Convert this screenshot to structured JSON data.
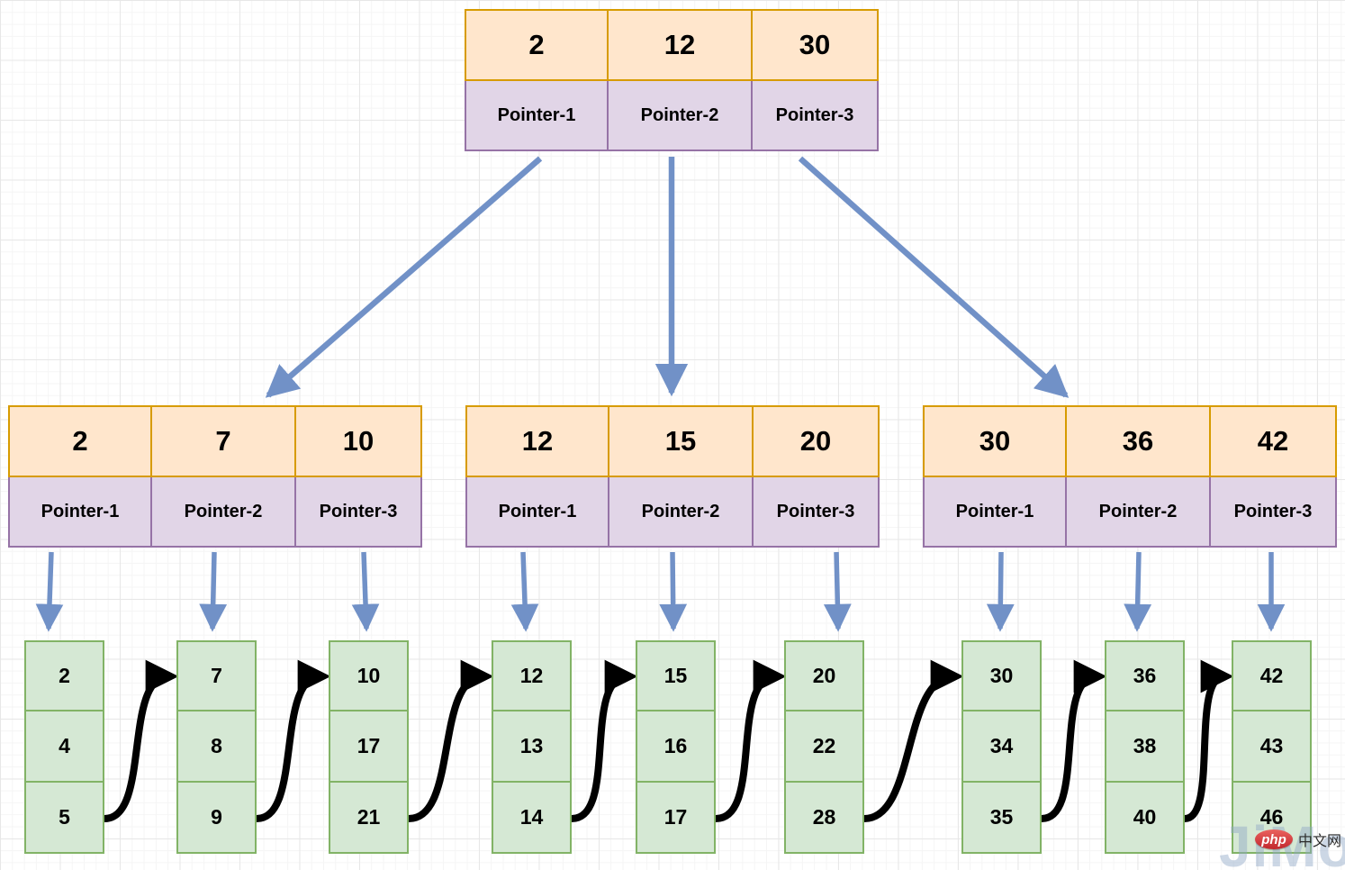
{
  "diagram_type": "b-plus-tree",
  "root": {
    "keys": [
      "2",
      "12",
      "30"
    ],
    "pointers": [
      "Pointer-1",
      "Pointer-2",
      "Pointer-3"
    ]
  },
  "internal": [
    {
      "keys": [
        "2",
        "7",
        "10"
      ],
      "pointers": [
        "Pointer-1",
        "Pointer-2",
        "Pointer-3"
      ]
    },
    {
      "keys": [
        "12",
        "15",
        "20"
      ],
      "pointers": [
        "Pointer-1",
        "Pointer-2",
        "Pointer-3"
      ]
    },
    {
      "keys": [
        "30",
        "36",
        "42"
      ],
      "pointers": [
        "Pointer-1",
        "Pointer-2",
        "Pointer-3"
      ]
    }
  ],
  "leaves": [
    {
      "values": [
        "2",
        "4",
        "5"
      ]
    },
    {
      "values": [
        "7",
        "8",
        "9"
      ]
    },
    {
      "values": [
        "10",
        "17",
        "21"
      ]
    },
    {
      "values": [
        "12",
        "13",
        "14"
      ]
    },
    {
      "values": [
        "15",
        "16",
        "17"
      ]
    },
    {
      "values": [
        "20",
        "22",
        "28"
      ]
    },
    {
      "values": [
        "30",
        "34",
        "35"
      ]
    },
    {
      "values": [
        "36",
        "38",
        "40"
      ]
    },
    {
      "values": [
        "42",
        "43",
        "46"
      ]
    }
  ],
  "watermark": {
    "site_text": "JiMoer",
    "logo_badge": "php",
    "logo_label": "中文网"
  },
  "colors": {
    "key_fill": "#ffe6cc",
    "key_border": "#d79b00",
    "pointer_fill": "#e1d5e7",
    "pointer_border": "#9673a6",
    "leaf_fill": "#d5e8d4",
    "leaf_border": "#82b366",
    "arrow_blue": "#7191c7",
    "arrow_black": "#000000"
  }
}
